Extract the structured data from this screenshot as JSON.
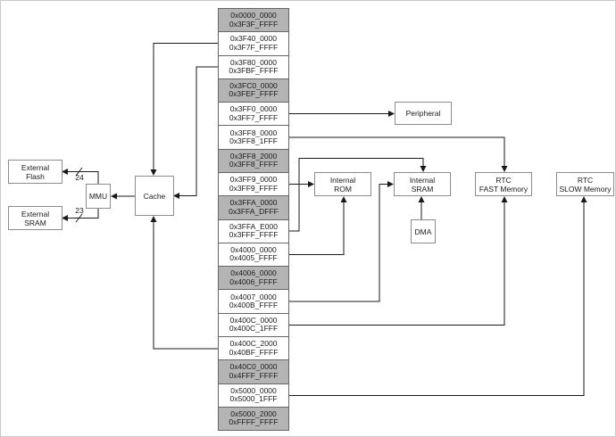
{
  "memory_map": {
    "rows": [
      {
        "start": "0x0000_0000",
        "end": "0x3F3F_FFFF",
        "shaded": true
      },
      {
        "start": "0x3F40_0000",
        "end": "0x3F7F_FFFF",
        "shaded": false
      },
      {
        "start": "0x3F80_0000",
        "end": "0x3FBF_FFFF",
        "shaded": false
      },
      {
        "start": "0x3FC0_0000",
        "end": "0x3FEF_FFFF",
        "shaded": true
      },
      {
        "start": "0x3FF0_0000",
        "end": "0x3FF7_FFFF",
        "shaded": false
      },
      {
        "start": "0x3FF8_0000",
        "end": "0x3FF8_1FFF",
        "shaded": false
      },
      {
        "start": "0x3FF8_2000",
        "end": "0x3FF8_FFFF",
        "shaded": true
      },
      {
        "start": "0x3FF9_0000",
        "end": "0x3FF9_FFFF",
        "shaded": false
      },
      {
        "start": "0x3FFA_0000",
        "end": "0x3FFA_DFFF",
        "shaded": true
      },
      {
        "start": "0x3FFA_E000",
        "end": "0x3FFF_FFFF",
        "shaded": false
      },
      {
        "start": "0x4000_0000",
        "end": "0x4005_FFFF",
        "shaded": false
      },
      {
        "start": "0x4006_0000",
        "end": "0x4006_FFFF",
        "shaded": true
      },
      {
        "start": "0x4007_0000",
        "end": "0x400B_FFFF",
        "shaded": false
      },
      {
        "start": "0x400C_0000",
        "end": "0x400C_1FFF",
        "shaded": false
      },
      {
        "start": "0x400C_2000",
        "end": "0x40BF_FFFF",
        "shaded": false
      },
      {
        "start": "0x40C0_0000",
        "end": "0x4FFF_FFFF",
        "shaded": true
      },
      {
        "start": "0x5000_0000",
        "end": "0x5000_1FFF",
        "shaded": false
      },
      {
        "start": "0x5000_2000",
        "end": "0xFFFF_FFFF",
        "shaded": true
      }
    ]
  },
  "components": {
    "external_flash": {
      "line1": "External",
      "line2": "Flash"
    },
    "external_sram": {
      "line1": "External",
      "line2": "SRAM"
    },
    "mmu": {
      "label": "MMU"
    },
    "cache": {
      "label": "Cache"
    },
    "peripheral": {
      "label": "Peripheral"
    },
    "internal_rom": {
      "line1": "Internal",
      "line2": "ROM"
    },
    "internal_sram": {
      "line1": "Internal",
      "line2": "SRAM"
    },
    "dma": {
      "label": "DMA"
    },
    "rtc_fast": {
      "line1": "RTC",
      "line2": "FAST Memory"
    },
    "rtc_slow": {
      "line1": "RTC",
      "line2": "SLOW Memory"
    }
  },
  "bus_labels": {
    "flash_width": "24",
    "sram_width": "23"
  },
  "colors": {
    "shaded_row": "#b4b4b4",
    "row_border": "#666666",
    "box_border": "#8c8c8c",
    "line": "#1a1a1a",
    "background": "#ffffff"
  }
}
